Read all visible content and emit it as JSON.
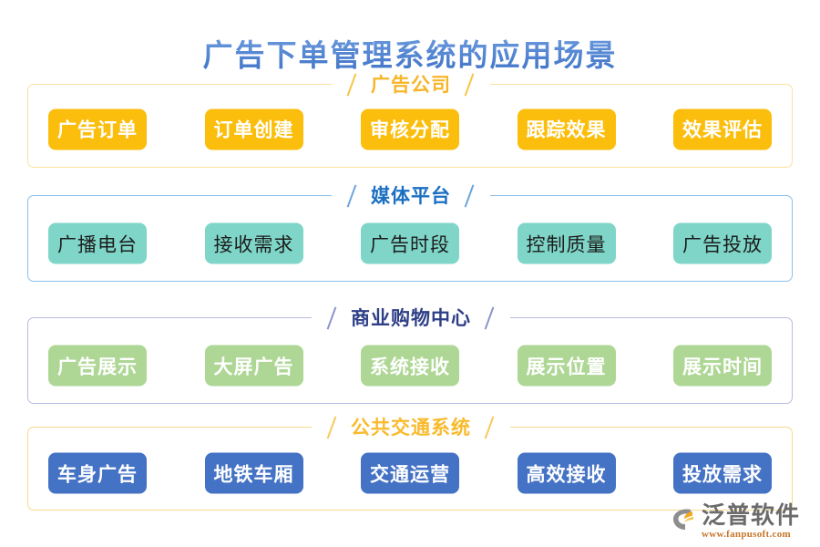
{
  "title": "广告下单管理系统的应用场景",
  "title_color": "#4a7fd4",
  "sections": [
    {
      "id": "advertising-company",
      "title": "广告公司",
      "accent": "#fbbe0c",
      "frame_color": "#fbe2a0",
      "title_color": "#f7b529",
      "text_color": "#ffffff",
      "items": [
        {
          "label": "广告订单"
        },
        {
          "label": "订单创建"
        },
        {
          "label": "审核分配"
        },
        {
          "label": "跟踪效果"
        },
        {
          "label": "效果评估"
        }
      ]
    },
    {
      "id": "media-platform",
      "title": "媒体平台",
      "accent": "#7fd6c8",
      "frame_color": "#8cc0e8",
      "title_color": "#1b6fc2",
      "text_color": "#1c1c1c",
      "items": [
        {
          "label": "广播电台"
        },
        {
          "label": "接收需求"
        },
        {
          "label": "广告时段"
        },
        {
          "label": "控制质量"
        },
        {
          "label": "广告投放"
        }
      ]
    },
    {
      "id": "shopping-mall",
      "title": "商业购物中心",
      "accent": "#aed795",
      "frame_color": "#b9bcdf",
      "title_color": "#2e3f87",
      "text_color": "#ffffff",
      "items": [
        {
          "label": "广告展示"
        },
        {
          "label": "大屏广告"
        },
        {
          "label": "系统接收"
        },
        {
          "label": "展示位置"
        },
        {
          "label": "展示时间"
        }
      ]
    },
    {
      "id": "public-transport",
      "title": "公共交通系统",
      "accent": "#4472c4",
      "frame_color": "#fad98a",
      "title_color": "#f9ba2c",
      "text_color": "#ffffff",
      "items": [
        {
          "label": "车身广告"
        },
        {
          "label": "地铁车厢"
        },
        {
          "label": "交通运营"
        },
        {
          "label": "高效接收"
        },
        {
          "label": "投放需求"
        }
      ]
    }
  ],
  "logo": {
    "name": "泛普软件",
    "url": "www.fanpusoft.com",
    "mark_icon": "fanpu-logo-icon",
    "name_color": "#6b6b6b",
    "url_color": "#c8762a"
  }
}
